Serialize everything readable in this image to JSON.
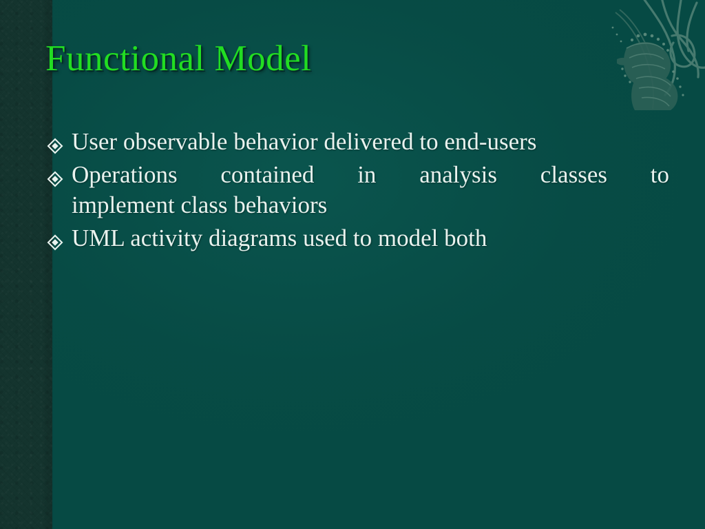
{
  "slide": {
    "title": "Functional Model",
    "bullets": [
      {
        "marker": "lozenge-diamond",
        "text": "User observable behavior delivered to end-users",
        "justified": false,
        "continuation": ""
      },
      {
        "marker": "lozenge-diamond",
        "text": "Operations contained in analysis classes to",
        "justified": true,
        "continuation": "implement class behaviors"
      },
      {
        "marker": "lozenge-diamond",
        "text": "UML activity diagrams used to model both",
        "justified": false,
        "continuation": ""
      }
    ]
  },
  "theme": {
    "background_color": "#064a44",
    "sidebar_color": "#14342e",
    "title_color": "#22dd22",
    "body_text_color": "#e9f2ee",
    "ornament_color": "#5d8a7d",
    "shadow_color": "#032824"
  },
  "decor": {
    "ornament_name": "butterfly-vine-ornament"
  }
}
